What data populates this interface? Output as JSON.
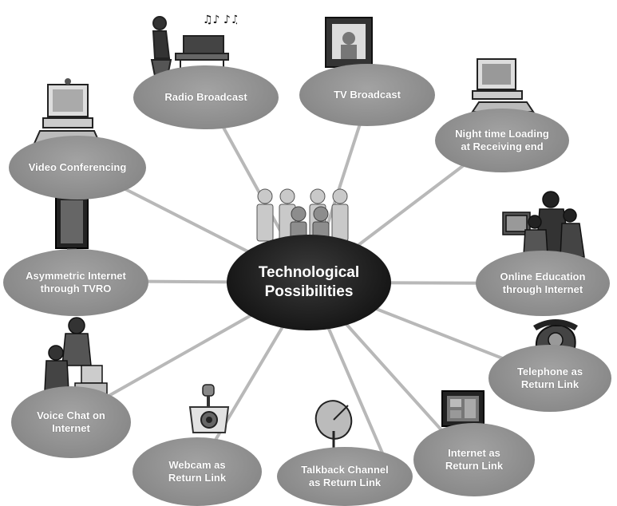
{
  "center": {
    "line1": "Technological",
    "line2": "Possibilities"
  },
  "nodes": {
    "radio": {
      "line1": "Radio Broadcast"
    },
    "tv": {
      "line1": "TV Broadcast"
    },
    "night": {
      "line1": "Night time Loading",
      "line2": "at Receiving end"
    },
    "video": {
      "line1": "Video Conferencing"
    },
    "asym": {
      "line1": "Asymmetric Internet",
      "line2": "through TVRO"
    },
    "online": {
      "line1": "Online Education",
      "line2": "through Internet"
    },
    "voice": {
      "line1": "Voice Chat on",
      "line2": "Internet"
    },
    "telephone": {
      "line1": "Telephone as",
      "line2": "Return Link"
    },
    "webcam": {
      "line1": "Webcam as",
      "line2": "Return Link"
    },
    "talkback": {
      "line1": "Talkback Channel",
      "line2": "as Return Link"
    },
    "internet": {
      "line1": "Internet as",
      "line2": "Return Link"
    }
  },
  "colors": {
    "node": "#8f8f8f",
    "center": "#151515",
    "connector": "#b4b4b4"
  }
}
